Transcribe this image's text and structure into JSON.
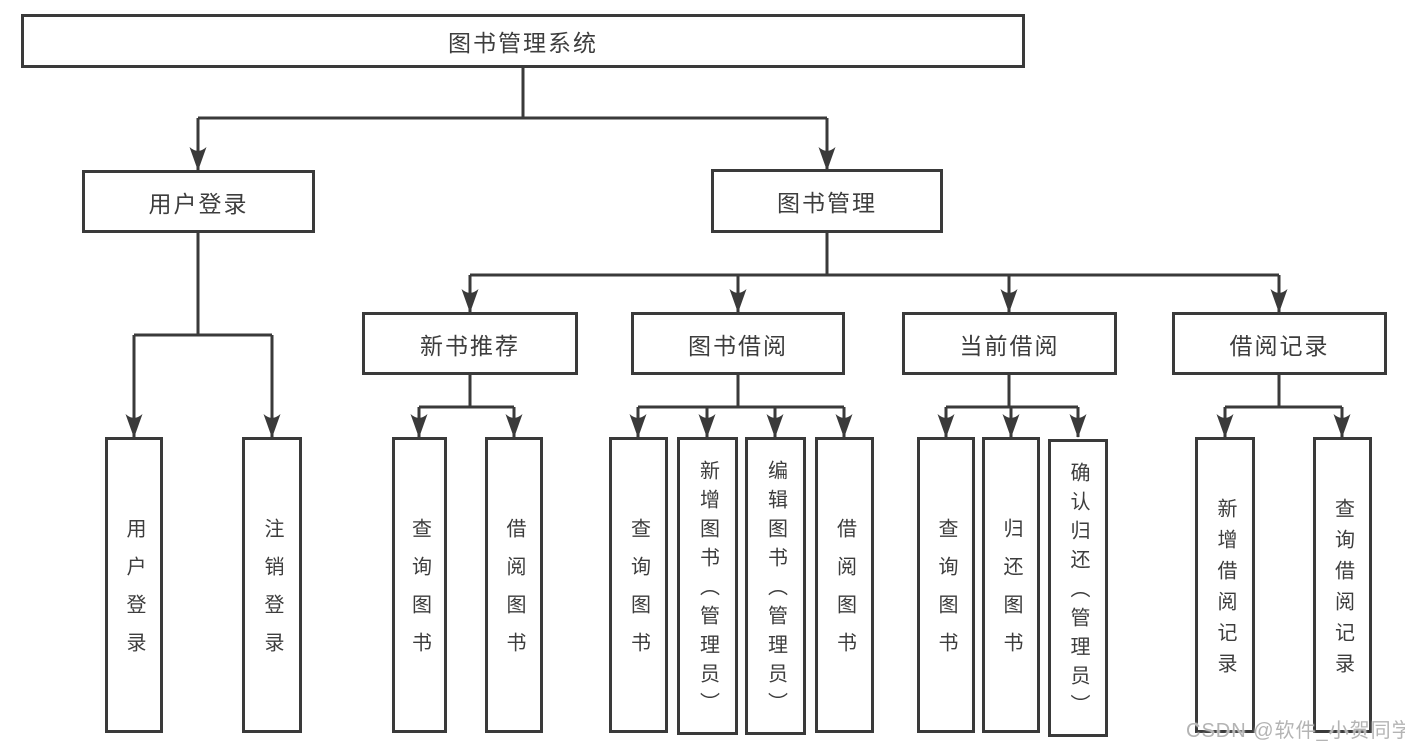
{
  "tree": {
    "label": "图书管理系统",
    "children": [
      {
        "label": "用户登录",
        "children": [
          {
            "label": "用户登录"
          },
          {
            "label": "注销登录"
          }
        ]
      },
      {
        "label": "图书管理",
        "children": [
          {
            "label": "新书推荐",
            "children": [
              {
                "label": "查询图书"
              },
              {
                "label": "借阅图书"
              }
            ]
          },
          {
            "label": "图书借阅",
            "children": [
              {
                "label": "查询图书"
              },
              {
                "label": "新增图书（管理员）"
              },
              {
                "label": "编辑图书（管理员）"
              },
              {
                "label": "借阅图书"
              }
            ]
          },
          {
            "label": "当前借阅",
            "children": [
              {
                "label": "查询图书"
              },
              {
                "label": "归还图书"
              },
              {
                "label": "确认归还（管理员）"
              }
            ]
          },
          {
            "label": "借阅记录",
            "children": [
              {
                "label": "新增借阅记录"
              },
              {
                "label": "查询借阅记录"
              }
            ]
          }
        ]
      }
    ]
  },
  "watermark": {
    "text": "CSDN @软件_小贺同学"
  },
  "colors": {
    "line": "#3a3a3a",
    "text": "#3d3d3d",
    "background": "#ffffff",
    "watermark": "#b4b4b4"
  }
}
